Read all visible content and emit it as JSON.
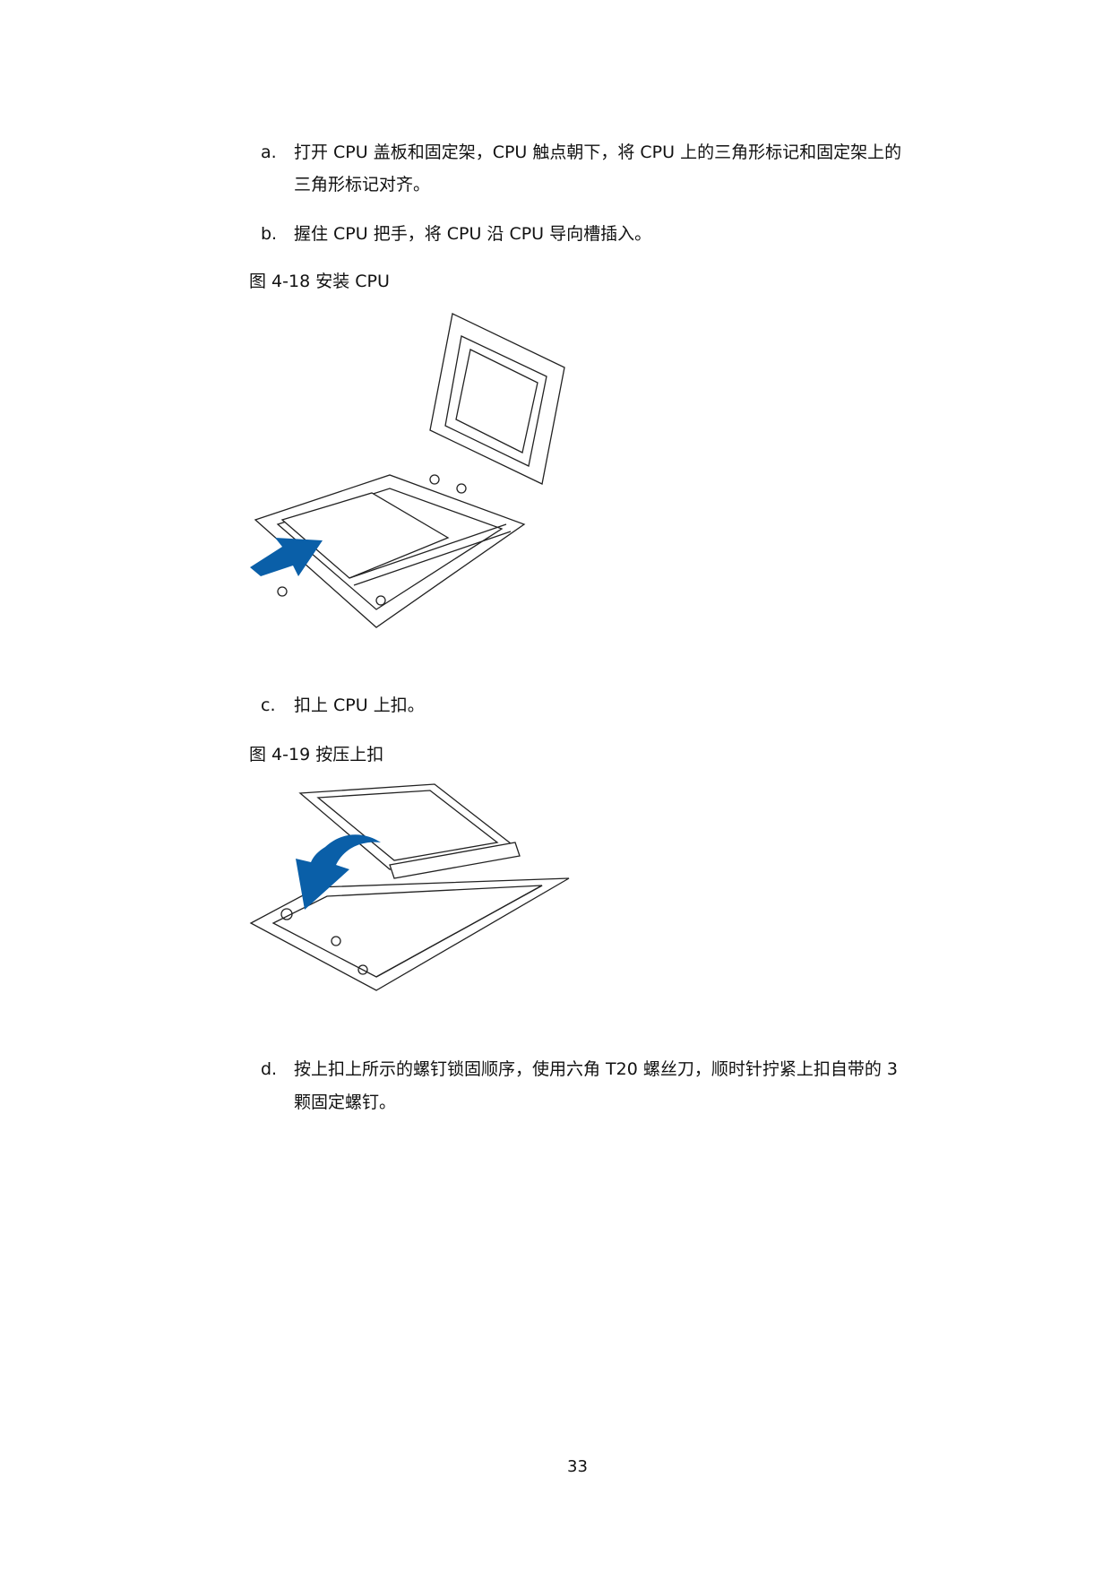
{
  "steps": [
    {
      "label": "a.",
      "lines": [
        "打开 CPU 盖板和固定架，CPU 触点朝下，将 CPU 上的三角形标记和固定架上的",
        "三角形标记对齐。"
      ]
    },
    {
      "label": "b.",
      "lines": [
        "握住 CPU 把手，将 CPU 沿 CPU 导向槽插入。"
      ]
    },
    {
      "label": "c.",
      "lines": [
        "扣上 CPU 上扣。"
      ]
    },
    {
      "label": "d.",
      "lines": [
        "按上扣上所示的螺钉锁固顺序，使用六角 T20 螺丝刀，顺时针拧紧上扣自带的 3",
        "颗固定螺钉。"
      ]
    }
  ],
  "figures": [
    {
      "caption": "图 4-18  安装 CPU"
    },
    {
      "caption": "图 4-19  按压上扣"
    }
  ],
  "page_number": "33",
  "colors": {
    "arrow": "#0a5fa8"
  }
}
